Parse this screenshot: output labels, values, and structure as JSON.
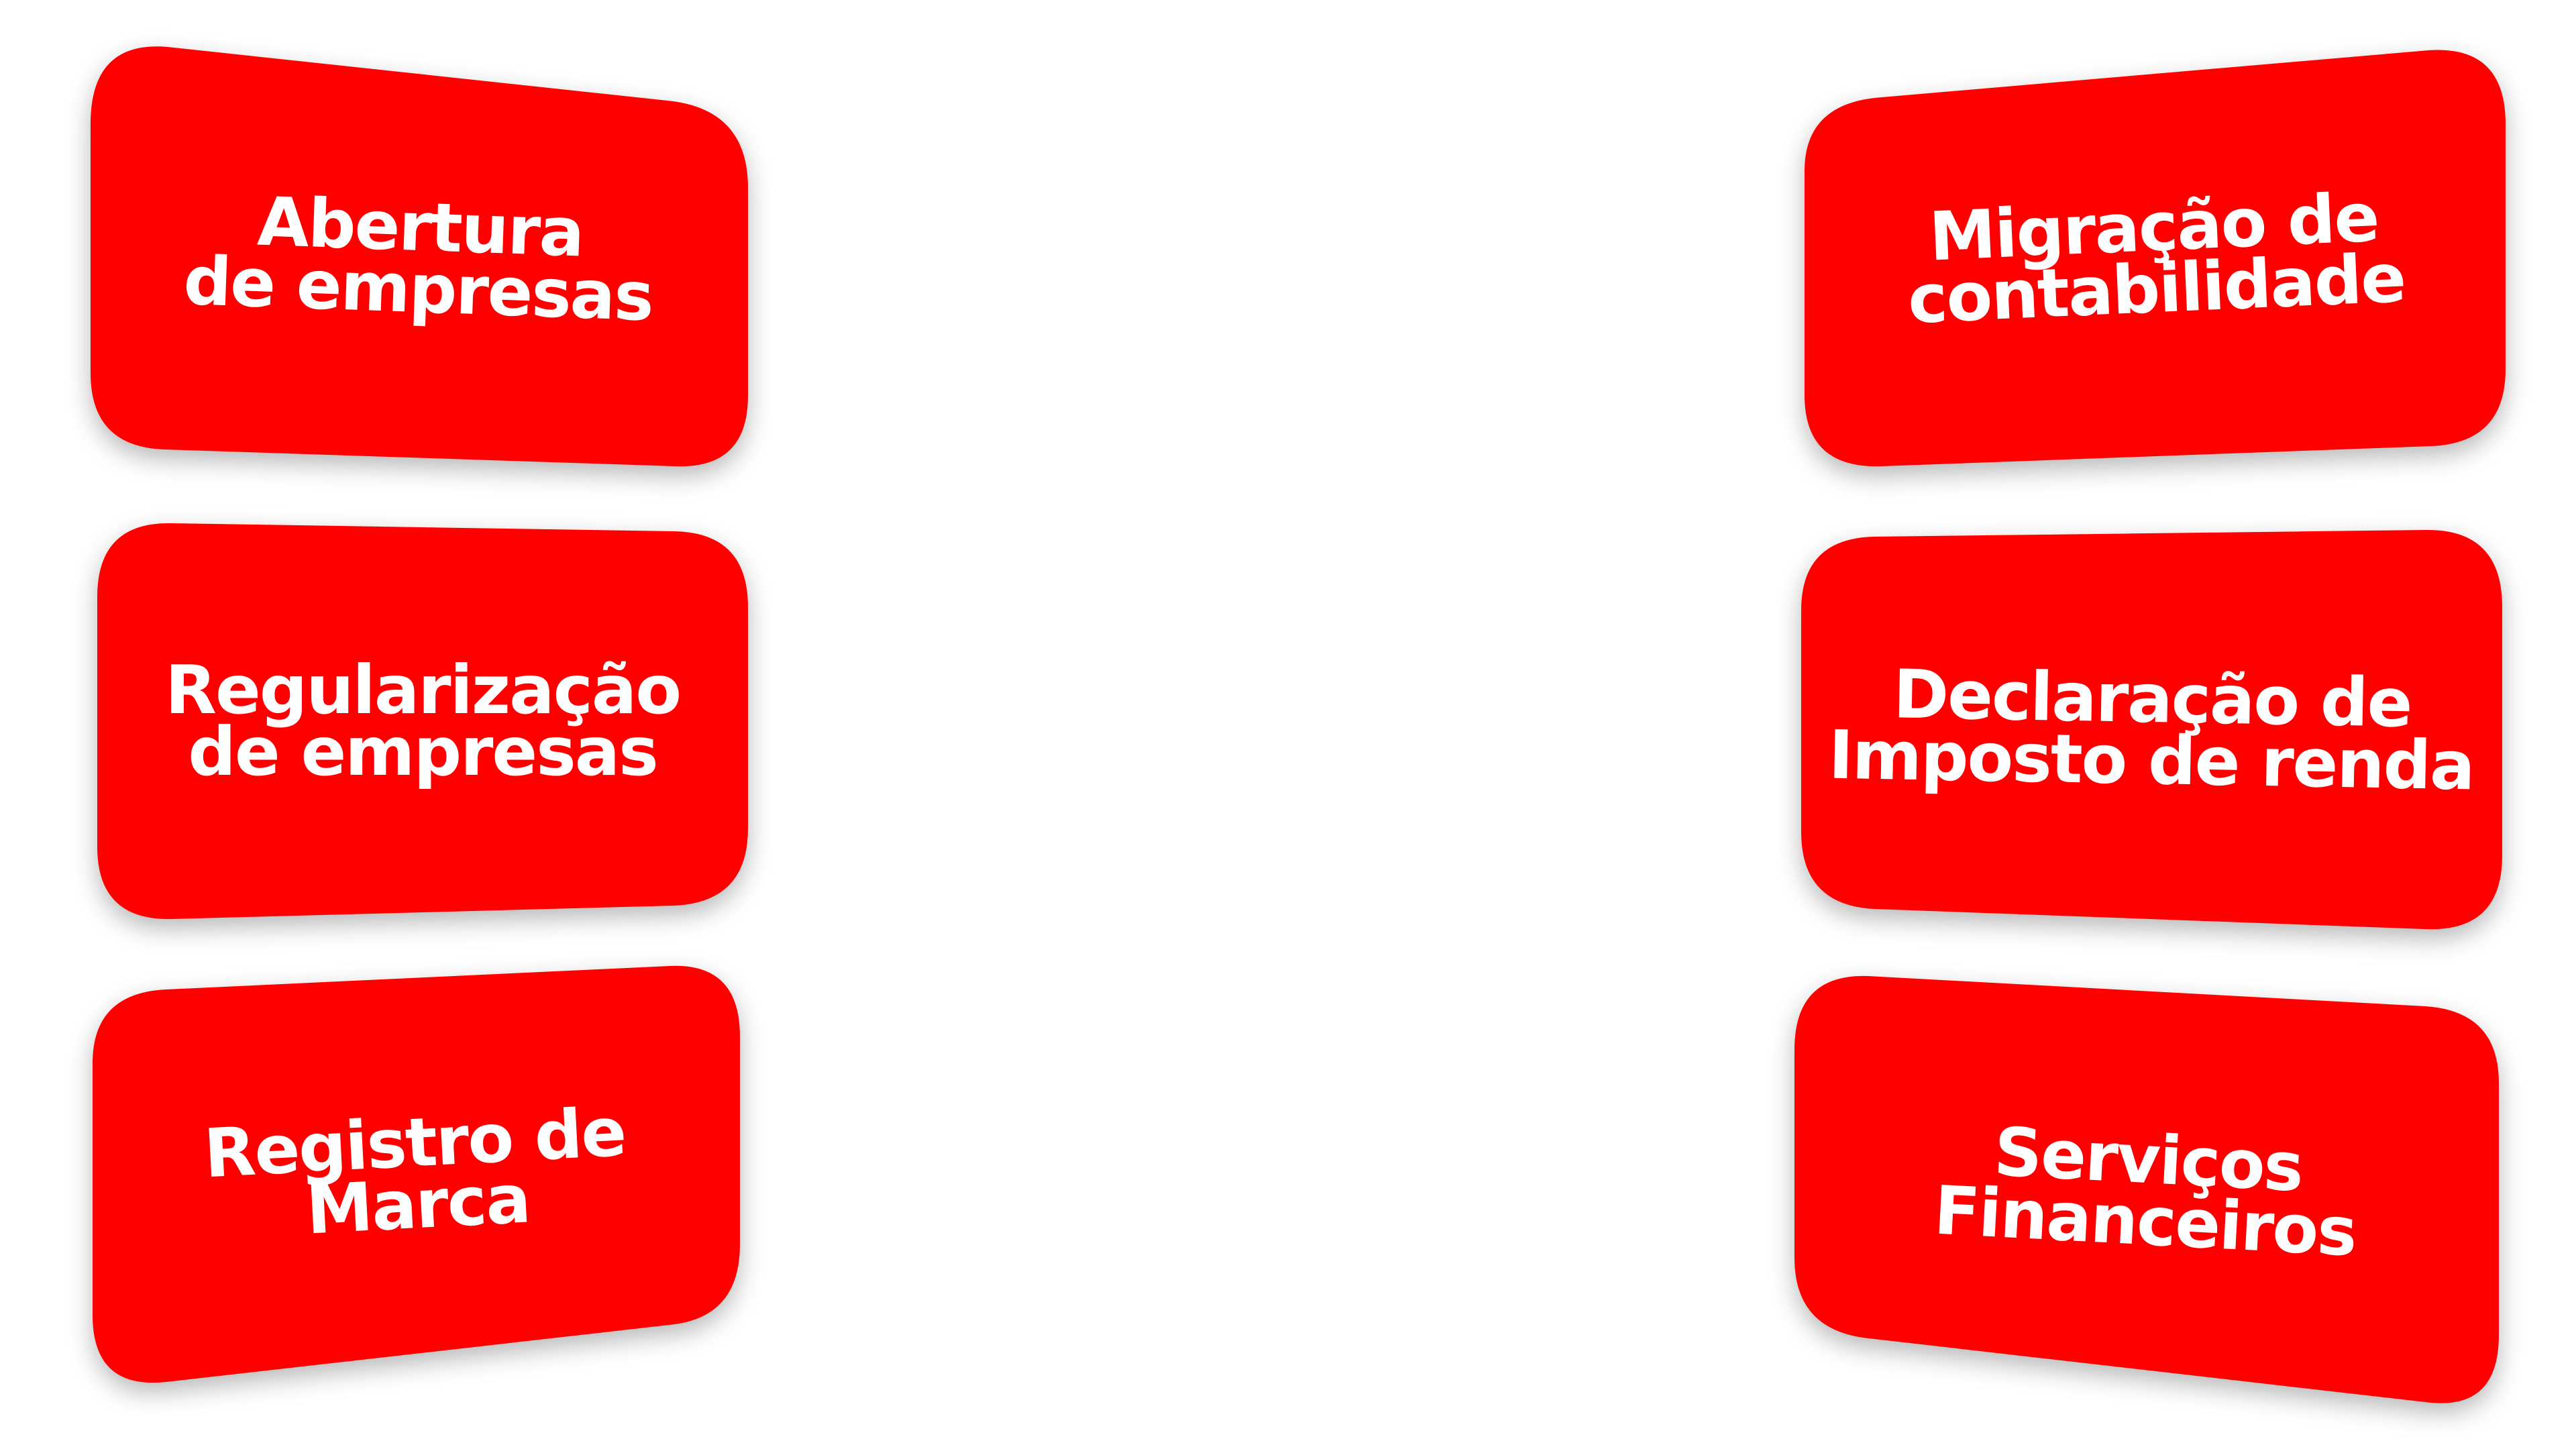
{
  "theme": {
    "card_color": "#ff0000",
    "text_color": "#ffffff",
    "background": "#ffffff"
  },
  "services": {
    "abertura": {
      "line1": "Abertura",
      "line2": "de empresas"
    },
    "regularizacao": {
      "line1": "Regularização",
      "line2": "de empresas"
    },
    "registro": {
      "line1": "Registro de",
      "line2": "Marca"
    },
    "migracao": {
      "line1": "Migração de",
      "line2": "contabilidade"
    },
    "declaracao": {
      "line1": "Declaração de",
      "line2": "Imposto de renda"
    },
    "servicos": {
      "line1": "Serviços",
      "line2": "Financeiros"
    }
  }
}
